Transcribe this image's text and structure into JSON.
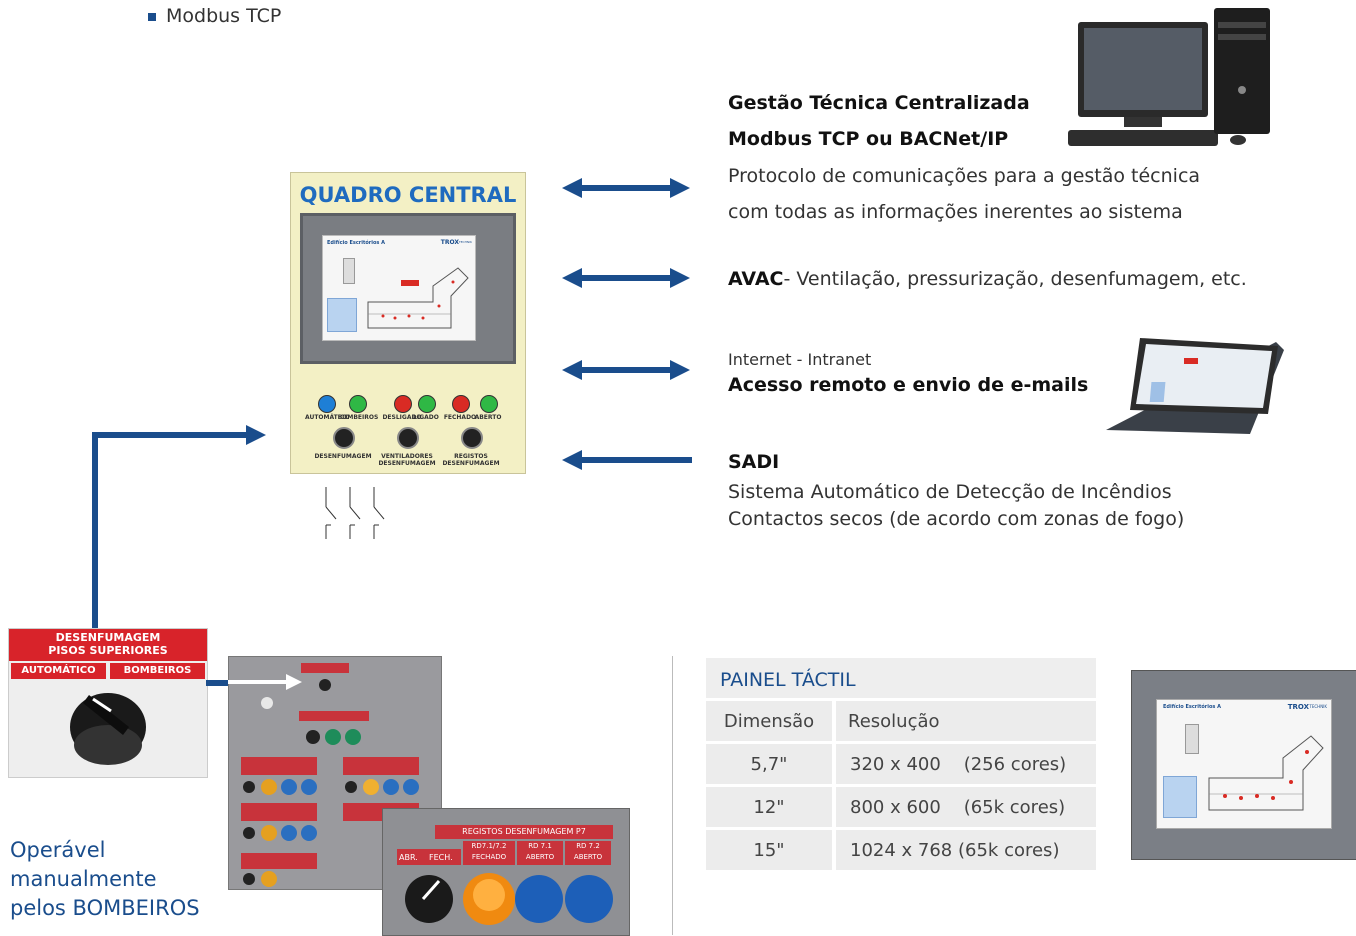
{
  "top": {
    "bullet": "Modbus TCP"
  },
  "central_panel": {
    "title": "QUADRO CENTRAL",
    "screen": {
      "building": "Edifício Escritórios A",
      "brand": "TROX",
      "brand_sub": "TECHNIK"
    },
    "lamps": [
      {
        "label": "AUTOMÁTICO",
        "color": "#1e7fd6"
      },
      {
        "label": "BOMBEIROS",
        "color": "#2fb845"
      },
      {
        "label": "DESLIGADO",
        "color": "#d92b24"
      },
      {
        "label": "LIGADO",
        "color": "#2fb845"
      },
      {
        "label": "FECHADO",
        "color": "#d92b24"
      },
      {
        "label": "ABERTO",
        "color": "#2fb845"
      }
    ],
    "knobs": [
      {
        "label": "DESENFUMAGEM"
      },
      {
        "label": "VENTILADORES DESENFUMAGEM"
      },
      {
        "label": "REGISTOS DESENFUMAGEM"
      }
    ]
  },
  "gtc": {
    "title1": "Gestão Técnica Centralizada",
    "title2": "Modbus TCP ou BACNet/IP",
    "desc1": "Protocolo de comunicações para a gestão técnica",
    "desc2": "com todas as informações inerentes ao sistema"
  },
  "avac": {
    "bold": "AVAC",
    "rest": "- Ventilação, pressurização, desenfumagem, etc."
  },
  "internet": {
    "line1": "Internet - Intranet",
    "line2": "Acesso remoto e envio de e-mails"
  },
  "sadi": {
    "title": "SADI",
    "line1": "Sistema Automático de Detecção de Incêndios",
    "line2": "Contactos secos (de acordo com zonas de fogo)"
  },
  "switch_panel": {
    "title1": "DESENFUMAGEM",
    "title2": "PISOS SUPERIORES",
    "left": "AUTOMÁTICO",
    "right": "BOMBEIROS"
  },
  "operable": {
    "line1": "Operável",
    "line2": "manualmente",
    "line3": "pelos BOMBEIROS"
  },
  "closeup": {
    "header": "REGISTOS DESENFUMAGEM P7",
    "labels": [
      "ABR.",
      "FECH.",
      "RD7.1/7.2 FECHADO",
      "RD 7.1 ABERTO",
      "RD 7.2 ABERTO"
    ]
  },
  "touch_table": {
    "title": "PAINEL TÁCTIL",
    "headers": [
      "Dimensão",
      "Resolução"
    ],
    "rows": [
      {
        "dim": "5,7\"",
        "res": "320 x 400",
        "col": "(256 cores)"
      },
      {
        "dim": "12\"",
        "res": "800 x 600",
        "col": "(65k cores)"
      },
      {
        "dim": "15\"",
        "res": "1024 x 768",
        "col": "(65k cores)"
      }
    ]
  },
  "colors": {
    "accent": "#1a4d8c",
    "arrow": "#1a4d8c",
    "panel": "#f3f0c5",
    "red_label": "#d8232a"
  }
}
